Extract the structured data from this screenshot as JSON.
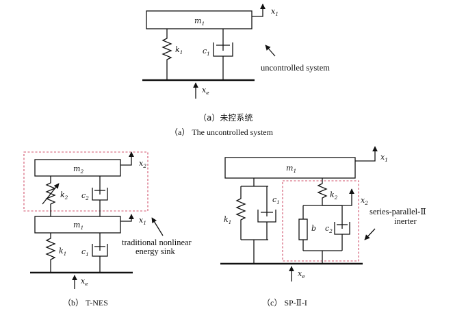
{
  "diagram_a": {
    "mass": "m",
    "mass_sub": "1",
    "spring": "k",
    "spring_sub": "1",
    "damper": "c",
    "damper_sub": "1",
    "output": "x",
    "output_sub": "1",
    "input": "x",
    "input_sub": "e",
    "note": "uncontrolled system",
    "caption_zh": "（a）未控系统",
    "caption_en": "（a） The uncontrolled system"
  },
  "diagram_b": {
    "mass_top": "m",
    "mass_top_sub": "2",
    "spring_top": "k",
    "spring_top_sub": "2",
    "damper_top": "c",
    "damper_top_sub": "2",
    "output_top": "x",
    "output_top_sub": "2",
    "mass_bottom": "m",
    "mass_bottom_sub": "1",
    "output_bottom": "x",
    "output_bottom_sub": "1",
    "spring_bottom": "k",
    "spring_bottom_sub": "1",
    "damper_bottom": "c",
    "damper_bottom_sub": "1",
    "input": "x",
    "input_sub": "e",
    "note_line1": "traditional nonlinear",
    "note_line2": "energy sink",
    "caption": "（b） T-NES"
  },
  "diagram_c": {
    "mass": "m",
    "mass_sub": "1",
    "output_mass": "x",
    "output_mass_sub": "1",
    "spring1": "k",
    "spring1_sub": "1",
    "damper1": "c",
    "damper1_sub": "1",
    "spring2": "k",
    "spring2_sub": "2",
    "output_node": "x",
    "output_node_sub": "2",
    "inerter": "b",
    "damper2": "c",
    "damper2_sub": "2",
    "input": "x",
    "input_sub": "e",
    "note_line1": "series-parallel-Ⅱ",
    "note_line2": "inerter",
    "caption": "（c） SP-Ⅱ-I"
  }
}
